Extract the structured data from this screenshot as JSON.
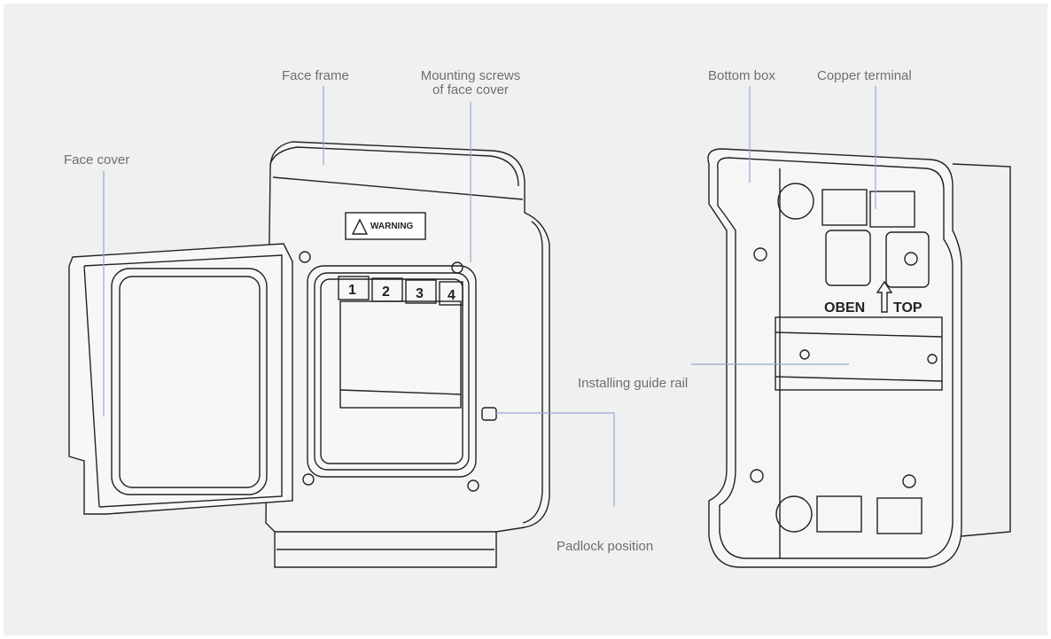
{
  "labels": {
    "face_frame": "Face frame",
    "mounting_screws_line1": "Mounting screws",
    "mounting_screws_line2": "of face cover",
    "face_cover": "Face cover",
    "bottom_box": "Bottom box",
    "copper_terminal": "Copper terminal",
    "installing_guide_rail": "Installing guide rail",
    "padlock_position": "Padlock position"
  },
  "device_markings": {
    "warning": "WARNING",
    "slot_numbers": [
      "1",
      "2",
      "3",
      "4"
    ],
    "orientation_left": "OBEN",
    "orientation_right": "TOP"
  },
  "colors": {
    "background": "#eff0f0",
    "leader_line": "#9aa8d0",
    "line_art": "#222222",
    "label_text": "#6f6f6f"
  }
}
